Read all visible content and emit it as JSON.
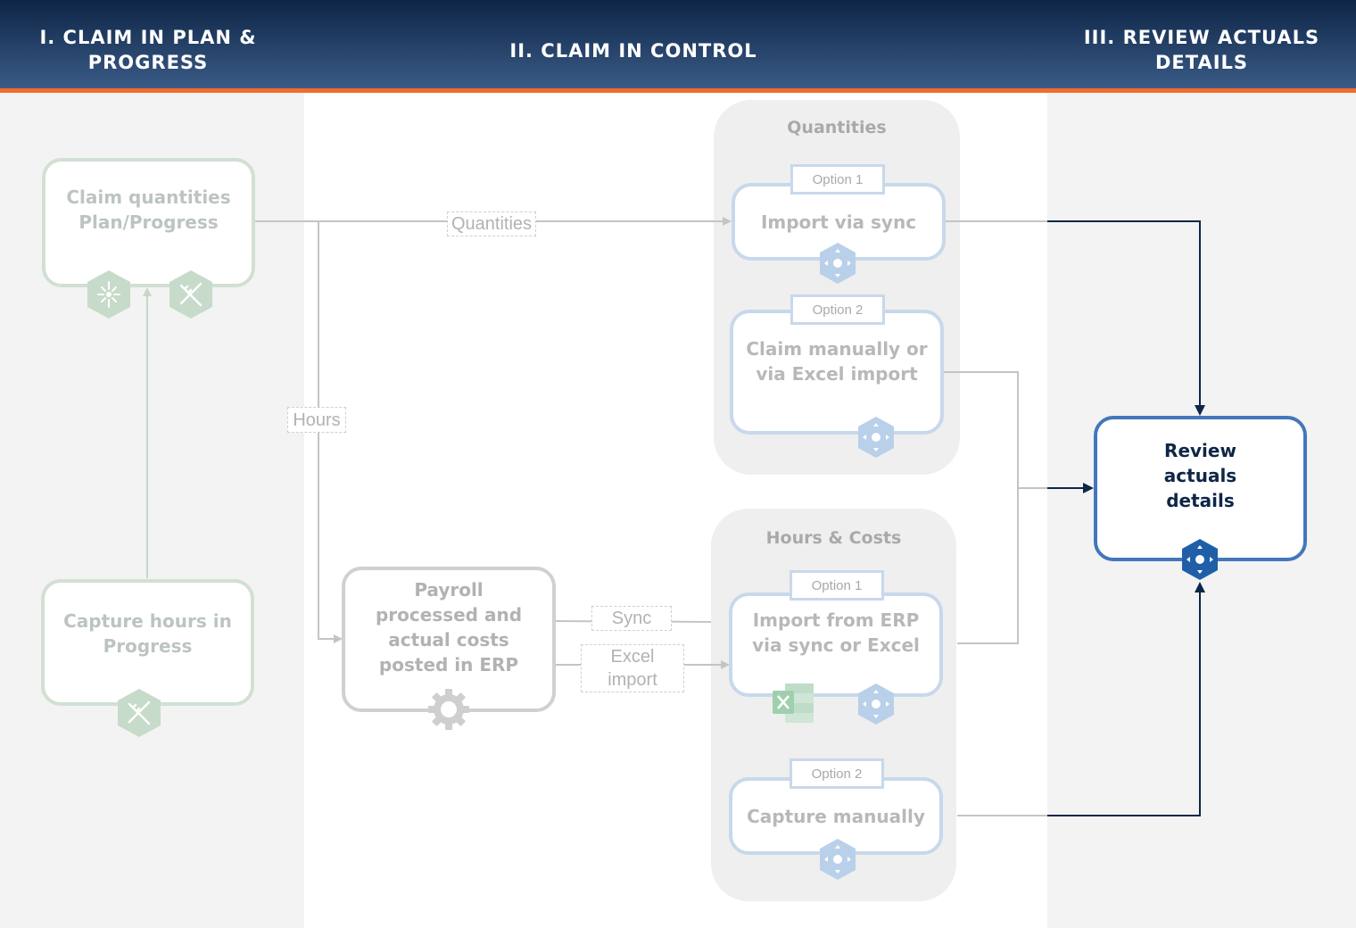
{
  "header": {
    "col1": "I. CLAIM IN PLAN & PROGRESS",
    "col2": "II. CLAIM IN CONTROL",
    "col3": "III. REVIEW ACTUALS DETAILS"
  },
  "groups": {
    "quantities": "Quantities",
    "hours_costs": "Hours & Costs"
  },
  "nodes": {
    "claim_quantities": "Claim quantities Plan/Progress",
    "capture_hours": "Capture hours in Progress",
    "payroll": "Payroll processed and actual costs posted in ERP",
    "import_sync": "Import via sync",
    "claim_manually": "Claim manually or via Excel import",
    "import_erp": "Import from ERP via sync or Excel",
    "capture_manually": "Capture manually",
    "review_actuals": "Review actuals details"
  },
  "options": {
    "q1": "Option 1",
    "q2": "Option 2",
    "h1": "Option 1",
    "h2": "Option 2"
  },
  "edge_labels": {
    "quantities": "Quantities",
    "hours": "Hours",
    "sync": "Sync",
    "excel_import": "Excel import"
  },
  "colors": {
    "header_dark": "#0e2647",
    "accent_orange": "#f26b2c",
    "final_border": "#4377ba",
    "active_arrow": "#0e2647"
  },
  "icons": [
    "plan-icon",
    "progress-icon",
    "control-icon",
    "erp-gear-icon",
    "excel-icon"
  ]
}
